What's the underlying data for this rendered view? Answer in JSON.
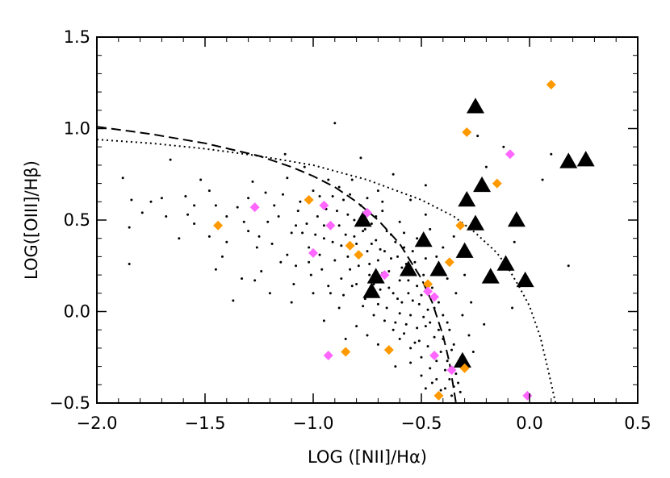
{
  "chart_data": {
    "type": "scatter",
    "xlabel": "LOG ([NII]/Hα)",
    "ylabel": "LOG([OIII]/Hβ)",
    "xlim": [
      -2.0,
      0.5
    ],
    "ylim": [
      -0.5,
      1.5
    ],
    "grid": false,
    "legend": "none",
    "x_ticks": [
      -2.0,
      -1.5,
      -1.0,
      -0.5,
      0.0,
      0.5
    ],
    "y_ticks": [
      -0.5,
      0.0,
      0.5,
      1.0,
      1.5
    ],
    "x_tick_labels": [
      "−2.0",
      "−1.5",
      "−1.0",
      "−0.5",
      "0.0",
      "0.5"
    ],
    "y_tick_labels": [
      "−0.5",
      "0.0",
      "0.5",
      "1.0",
      "1.5"
    ],
    "colors": {
      "triangles": "#000000",
      "orange": "#ff9900",
      "magenta": "#ff66ff",
      "dots": "#000000"
    },
    "series": [
      {
        "marker": "triangle",
        "color": "#000000",
        "points": [
          [
            -0.25,
            1.12
          ],
          [
            0.18,
            0.82
          ],
          [
            0.26,
            0.83
          ],
          [
            -0.22,
            0.69
          ],
          [
            -0.29,
            0.61
          ],
          [
            -0.25,
            0.48
          ],
          [
            -0.06,
            0.5
          ],
          [
            -0.77,
            0.5
          ],
          [
            -0.49,
            0.39
          ],
          [
            -0.3,
            0.33
          ],
          [
            -0.11,
            0.26
          ],
          [
            -0.56,
            0.23
          ],
          [
            -0.42,
            0.23
          ],
          [
            -0.71,
            0.19
          ],
          [
            -0.18,
            0.19
          ],
          [
            -0.02,
            0.17
          ],
          [
            -0.73,
            0.11
          ],
          [
            -0.31,
            -0.27
          ]
        ]
      },
      {
        "marker": "diamond",
        "color": "#ff9900",
        "points": [
          [
            0.1,
            1.24
          ],
          [
            -0.29,
            0.98
          ],
          [
            -0.15,
            0.7
          ],
          [
            -1.02,
            0.61
          ],
          [
            -1.44,
            0.47
          ],
          [
            -0.32,
            0.47
          ],
          [
            -0.83,
            0.36
          ],
          [
            -0.79,
            0.31
          ],
          [
            -0.37,
            0.27
          ],
          [
            -0.47,
            0.15
          ],
          [
            -0.65,
            -0.21
          ],
          [
            -0.85,
            -0.22
          ],
          [
            -0.3,
            -0.31
          ],
          [
            -0.42,
            -0.46
          ]
        ]
      },
      {
        "marker": "diamond",
        "color": "#ff66ff",
        "points": [
          [
            -0.09,
            0.86
          ],
          [
            -1.27,
            0.57
          ],
          [
            -0.95,
            0.58
          ],
          [
            -0.75,
            0.54
          ],
          [
            -0.92,
            0.47
          ],
          [
            -1.0,
            0.32
          ],
          [
            -0.67,
            0.2
          ],
          [
            -0.47,
            0.11
          ],
          [
            -0.44,
            0.08
          ],
          [
            -0.44,
            -0.24
          ],
          [
            -0.93,
            -0.24
          ],
          [
            -0.36,
            -0.32
          ],
          [
            -0.01,
            -0.46
          ]
        ]
      },
      {
        "marker": "dot",
        "color": "#000000",
        "points": [
          [
            -1.84,
            0.61
          ],
          [
            -1.88,
            0.73
          ],
          [
            -1.85,
            0.46
          ],
          [
            -1.85,
            0.26
          ],
          [
            -1.79,
            0.54
          ],
          [
            -1.7,
            0.62
          ],
          [
            -1.66,
            0.83
          ],
          [
            -1.68,
            0.52
          ],
          [
            -1.58,
            0.53
          ],
          [
            -1.55,
            0.48
          ],
          [
            -1.48,
            0.66
          ],
          [
            -1.45,
            0.58
          ],
          [
            -1.42,
            0.3
          ],
          [
            -1.4,
            0.38
          ],
          [
            -1.35,
            0.57
          ],
          [
            -1.33,
            0.18
          ],
          [
            -1.3,
            0.44
          ],
          [
            -1.37,
            0.06
          ],
          [
            -1.26,
            0.35
          ],
          [
            -1.22,
            0.65
          ],
          [
            -1.21,
            0.49
          ],
          [
            -1.18,
            0.58
          ],
          [
            -1.15,
            0.27
          ],
          [
            -1.12,
            0.73
          ],
          [
            -1.1,
            0.43
          ],
          [
            -1.09,
            0.15
          ],
          [
            -1.07,
            0.55
          ],
          [
            -1.04,
            0.79
          ],
          [
            -1.02,
            0.35
          ],
          [
            -1.0,
            0.66
          ],
          [
            -0.98,
            0.52
          ],
          [
            -0.96,
            0.23
          ],
          [
            -0.95,
            0.47
          ],
          [
            -0.93,
            0.72
          ],
          [
            -0.91,
            0.38
          ],
          [
            -0.9,
            1.03
          ],
          [
            -0.89,
            0.55
          ],
          [
            -0.87,
            0.18
          ],
          [
            -0.86,
            0.61
          ],
          [
            -0.85,
            0.42
          ],
          [
            -0.84,
            0.3
          ],
          [
            -0.83,
            0.64
          ],
          [
            -0.82,
            0.14
          ],
          [
            -0.81,
            0.5
          ],
          [
            -0.8,
            0.37
          ],
          [
            -0.79,
            0.25
          ],
          [
            -0.78,
            0.58
          ],
          [
            -0.77,
            0.44
          ],
          [
            -0.76,
            0.07
          ],
          [
            -0.75,
            0.33
          ],
          [
            -0.74,
            0.2
          ],
          [
            -0.73,
            0.48
          ],
          [
            -0.72,
            -0.02
          ],
          [
            -0.71,
            0.39
          ],
          [
            -0.7,
            0.28
          ],
          [
            -0.69,
            0.12
          ],
          [
            -0.68,
            0.55
          ],
          [
            -0.67,
            0.33
          ],
          [
            -0.66,
            0.02
          ],
          [
            -0.65,
            0.22
          ],
          [
            -0.64,
            0.42
          ],
          [
            -0.63,
            0.1
          ],
          [
            -0.62,
            -0.06
          ],
          [
            -0.61,
            0.3
          ],
          [
            -0.6,
            0.17
          ],
          [
            -0.59,
            0.05
          ],
          [
            -0.58,
            -0.12
          ],
          [
            -0.57,
            0.26
          ],
          [
            -0.56,
            0.1
          ],
          [
            -0.55,
            -0.02
          ],
          [
            -0.54,
            0.33
          ],
          [
            -0.53,
            -0.17
          ],
          [
            -0.52,
            0.14
          ],
          [
            -0.51,
            0.04
          ],
          [
            -0.5,
            -0.25
          ],
          [
            -0.49,
            0.2
          ],
          [
            -0.48,
            -0.08
          ],
          [
            -0.47,
            0.01
          ],
          [
            -0.46,
            -0.31
          ],
          [
            -0.45,
            0.13
          ],
          [
            -0.44,
            -0.14
          ],
          [
            -0.43,
            -0.37
          ],
          [
            -0.42,
            0.05
          ],
          [
            -0.41,
            -0.22
          ],
          [
            -0.4,
            -0.02
          ],
          [
            -0.39,
            -0.42
          ],
          [
            -0.38,
            -0.27
          ],
          [
            -0.37,
            -0.1
          ],
          [
            -0.36,
            -0.46
          ],
          [
            -0.35,
            -0.18
          ],
          [
            -0.34,
            -0.34
          ],
          [
            -0.33,
            -0.39
          ],
          [
            -0.32,
            -0.44
          ],
          [
            -0.88,
            0.02
          ],
          [
            -0.92,
            0.1
          ],
          [
            -1.05,
            0.43
          ],
          [
            -1.12,
            0.31
          ],
          [
            -0.97,
            0.63
          ],
          [
            -0.82,
            0.72
          ],
          [
            -0.7,
            0.66
          ],
          [
            -0.6,
            0.49
          ],
          [
            -0.55,
            0.61
          ],
          [
            -0.48,
            0.53
          ],
          [
            -0.4,
            0.35
          ],
          [
            -0.35,
            0.41
          ],
          [
            -0.2,
            0.79
          ],
          [
            -0.12,
            0.9
          ],
          [
            0.06,
            0.72
          ],
          [
            0.1,
            0.86
          ],
          [
            0.18,
            0.25
          ],
          [
            -0.07,
            0.38
          ],
          [
            -0.21,
            -0.07
          ],
          [
            -0.08,
            0.02
          ],
          [
            -0.24,
            0.96
          ],
          [
            -0.48,
            0.69
          ],
          [
            -0.63,
            0.75
          ],
          [
            -0.78,
            0.84
          ],
          [
            -1.13,
            0.86
          ],
          [
            -1.28,
            0.71
          ],
          [
            -1.52,
            0.72
          ],
          [
            -1.62,
            0.4
          ],
          [
            -1.75,
            0.6
          ],
          [
            -1.59,
            0.63
          ],
          [
            -1.48,
            0.41
          ],
          [
            -1.32,
            0.49
          ],
          [
            -1.24,
            0.22
          ],
          [
            -1.19,
            0.37
          ],
          [
            -1.16,
            0.52
          ],
          [
            -1.14,
            0.64
          ],
          [
            -1.08,
            0.25
          ],
          [
            -1.06,
            0.6
          ],
          [
            -1.03,
            0.48
          ],
          [
            -1.01,
            0.2
          ],
          [
            -0.99,
            0.42
          ],
          [
            -0.97,
            0.31
          ],
          [
            -0.94,
            0.56
          ],
          [
            -0.93,
            0.14
          ],
          [
            -0.91,
            0.63
          ],
          [
            -0.9,
            0.28
          ],
          [
            -0.88,
            0.47
          ],
          [
            -0.87,
            0.36
          ],
          [
            -0.86,
            0.09
          ],
          [
            -0.84,
            0.53
          ],
          [
            -0.83,
            0.23
          ],
          [
            -0.81,
            0.41
          ],
          [
            -0.8,
            0.15
          ],
          [
            -0.78,
            0.31
          ],
          [
            -0.77,
            0.03
          ],
          [
            -0.76,
            0.45
          ],
          [
            -0.74,
            0.26
          ],
          [
            -0.73,
            0.37
          ],
          [
            -0.72,
            0.15
          ],
          [
            -0.71,
            0.52
          ],
          [
            -0.7,
            0.04
          ],
          [
            -0.69,
            0.34
          ],
          [
            -0.68,
            0.21
          ],
          [
            -0.67,
            -0.05
          ],
          [
            -0.66,
            0.44
          ],
          [
            -0.65,
            0.13
          ],
          [
            -0.64,
            0.29
          ],
          [
            -0.63,
            -0.1
          ],
          [
            -0.62,
            0.38
          ],
          [
            -0.61,
            0.07
          ],
          [
            -0.6,
            -0.01
          ],
          [
            -0.59,
            0.24
          ],
          [
            -0.58,
            0.35
          ],
          [
            -0.57,
            -0.07
          ],
          [
            -0.56,
            0.17
          ],
          [
            -0.55,
            -0.2
          ],
          [
            -0.54,
            0.06
          ],
          [
            -0.53,
            0.27
          ],
          [
            -0.52,
            -0.09
          ],
          [
            -0.51,
            -0.16
          ],
          [
            -0.5,
            0.09
          ],
          [
            -0.49,
            -0.03
          ],
          [
            -0.48,
            0.29
          ],
          [
            -0.47,
            -0.19
          ],
          [
            -0.46,
            -0.06
          ],
          [
            -0.45,
            -0.39
          ],
          [
            -0.44,
            0.02
          ],
          [
            -0.43,
            -0.27
          ],
          [
            -0.42,
            -0.1
          ],
          [
            -0.41,
            -0.43
          ],
          [
            -0.4,
            -0.15
          ],
          [
            -0.39,
            -0.32
          ],
          [
            -0.38,
            -0.06
          ],
          [
            -0.37,
            -0.37
          ],
          [
            -0.36,
            -0.21
          ],
          [
            -0.35,
            -0.41
          ],
          [
            -0.58,
            0.43
          ],
          [
            -0.52,
            0.4
          ],
          [
            -0.46,
            0.45
          ],
          [
            -0.43,
            0.3
          ],
          [
            -0.38,
            0.18
          ],
          [
            -0.34,
            0.1
          ],
          [
            -0.31,
            -0.02
          ],
          [
            -0.28,
            -0.13
          ],
          [
            -0.26,
            -0.22
          ],
          [
            -0.3,
            0.2
          ],
          [
            -0.27,
            0.05
          ],
          [
            -1.0,
            0.1
          ],
          [
            -0.95,
            -0.05
          ],
          [
            -1.1,
            0.05
          ],
          [
            -1.2,
            0.1
          ],
          [
            -0.8,
            -0.08
          ],
          [
            -0.85,
            -0.15
          ],
          [
            -0.75,
            -0.13
          ],
          [
            -0.7,
            -0.18
          ],
          [
            -0.6,
            -0.15
          ],
          [
            -0.5,
            -0.35
          ],
          [
            -0.55,
            -0.28
          ],
          [
            -0.48,
            -0.42
          ],
          [
            -0.62,
            -0.3
          ],
          [
            -0.68,
            0.6
          ],
          [
            -0.75,
            0.62
          ],
          [
            -0.88,
            0.68
          ],
          [
            -0.95,
            0.4
          ],
          [
            -1.02,
            0.27
          ],
          [
            -1.08,
            0.47
          ],
          [
            -1.25,
            0.41
          ],
          [
            -1.3,
            0.62
          ],
          [
            -1.4,
            0.52
          ],
          [
            -1.55,
            0.58
          ],
          [
            -1.45,
            0.23
          ],
          [
            -1.27,
            0.17
          ]
        ]
      }
    ],
    "curves": [
      {
        "style": "dashed",
        "points": [
          [
            -2.0,
            1.01
          ],
          [
            -1.75,
            0.97
          ],
          [
            -1.5,
            0.92
          ],
          [
            -1.25,
            0.85
          ],
          [
            -1.1,
            0.79
          ],
          [
            -1.0,
            0.74
          ],
          [
            -0.9,
            0.68
          ],
          [
            -0.8,
            0.6
          ],
          [
            -0.7,
            0.5
          ],
          [
            -0.6,
            0.37
          ],
          [
            -0.5,
            0.18
          ],
          [
            -0.45,
            0.05
          ],
          [
            -0.4,
            -0.13
          ],
          [
            -0.37,
            -0.28
          ],
          [
            -0.34,
            -0.5
          ]
        ]
      },
      {
        "style": "dotted",
        "points": [
          [
            -2.0,
            0.94
          ],
          [
            -1.75,
            0.92
          ],
          [
            -1.5,
            0.89
          ],
          [
            -1.25,
            0.85
          ],
          [
            -1.0,
            0.8
          ],
          [
            -0.75,
            0.72
          ],
          [
            -0.5,
            0.61
          ],
          [
            -0.35,
            0.52
          ],
          [
            -0.25,
            0.43
          ],
          [
            -0.15,
            0.32
          ],
          [
            -0.1,
            0.24
          ],
          [
            -0.05,
            0.14
          ],
          [
            0.0,
            0.03
          ],
          [
            0.05,
            -0.14
          ],
          [
            0.09,
            -0.34
          ],
          [
            0.12,
            -0.5
          ]
        ]
      }
    ]
  }
}
